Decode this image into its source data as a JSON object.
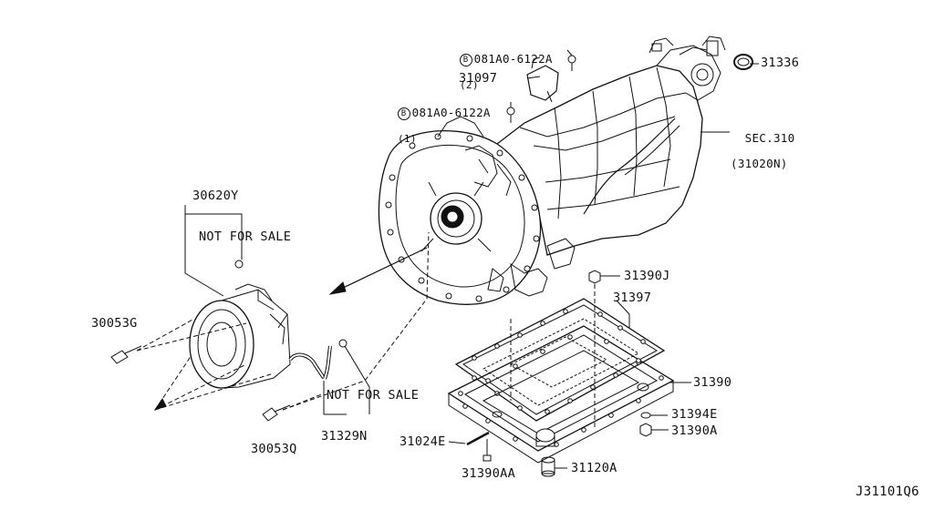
{
  "diagram_id": "J31101Q6",
  "parts": {
    "p30620Y": "30620Y",
    "p30053G": "30053G",
    "p30053Q": "30053Q",
    "p31329N": "31329N",
    "p31097": "31097",
    "p31336": "31336",
    "p31390J": "31390J",
    "p31397": "31397",
    "p31390": "31390",
    "p31394E": "31394E",
    "p31390A": "31390A",
    "p31024E": "31024E",
    "p31390AA": "31390AA",
    "p31120A": "31120A"
  },
  "bolts": {
    "bolt1_code": "081A0-6122A",
    "bolt1_qty": "(2)",
    "bolt2_code": "081A0-6122A",
    "bolt2_qty": "(1)",
    "marker": "B"
  },
  "section_ref": {
    "line1": "SEC.310",
    "line2": "(31020N)"
  },
  "notes": {
    "not_for_sale_1": "NOT FOR SALE",
    "not_for_sale_2": "NOT FOR SALE"
  }
}
